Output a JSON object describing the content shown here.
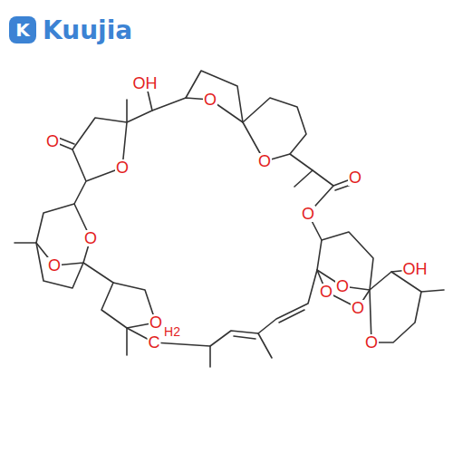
{
  "diagram": {
    "labels": [
      "K",
      "Kuujia",
      "OH",
      "O",
      "O",
      "O",
      "O",
      "O",
      "O",
      "O",
      "O",
      "OH",
      "O",
      "O",
      "O",
      "O",
      "O",
      "H2",
      "C"
    ]
  }
}
